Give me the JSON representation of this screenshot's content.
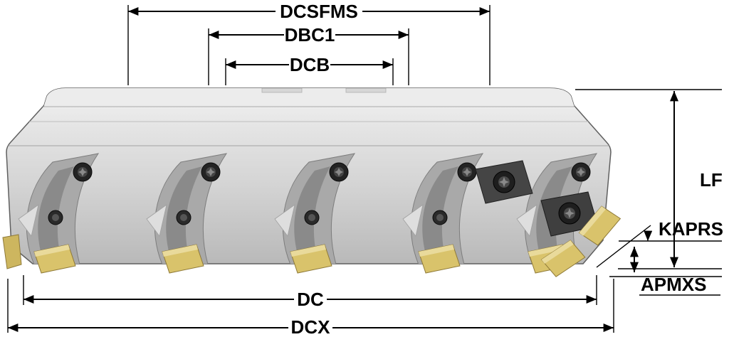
{
  "diagram": {
    "type": "technical-dimension-drawing",
    "subject": "face-milling-cutter-side-view",
    "labels": {
      "dcsfms": "DCSFMS",
      "dbc1": "DBC1",
      "dcb": "DCB",
      "lf": "LF",
      "kaprs": "KAPRS",
      "apmxs": "APMXS",
      "dc": "DC",
      "dcx": "DCX"
    },
    "colors": {
      "dimension_lines": "#000000",
      "body_light": "#f2f2f2",
      "body_dark": "#b9b9b9",
      "pocket_gray": "#8a8a8a",
      "insert_gold": "#d9c36b",
      "screw_dark": "#232323",
      "background": "#ffffff"
    }
  }
}
